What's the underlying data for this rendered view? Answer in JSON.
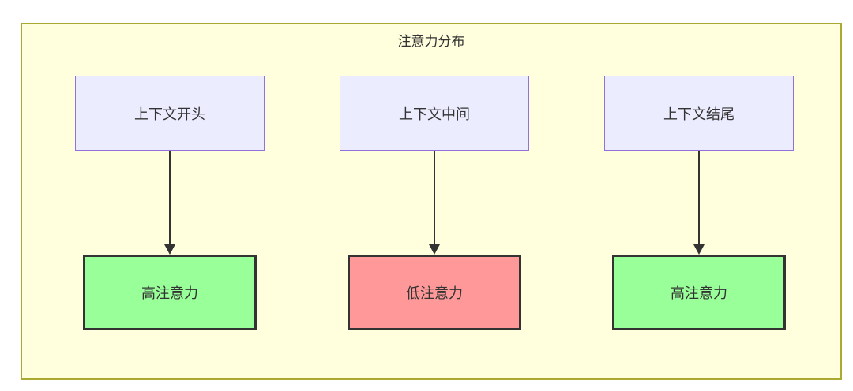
{
  "diagram": {
    "type": "flowchart",
    "title": "注意力分布",
    "columns": [
      {
        "source": {
          "label": "上下文开头"
        },
        "target": {
          "label": "高注意力",
          "level": "high"
        }
      },
      {
        "source": {
          "label": "上下文中间"
        },
        "target": {
          "label": "低注意力",
          "level": "low"
        }
      },
      {
        "source": {
          "label": "上下文结尾"
        },
        "target": {
          "label": "高注意力",
          "level": "high"
        }
      }
    ],
    "colors": {
      "cluster_fill": "#ffffde",
      "cluster_border": "#aaaa33",
      "source_fill": "#ececff",
      "source_border": "#9370db",
      "high_fill": "#99ff99",
      "low_fill": "#ff9999",
      "target_border": "#333333",
      "arrow": "#333333",
      "text": "#333333"
    }
  }
}
